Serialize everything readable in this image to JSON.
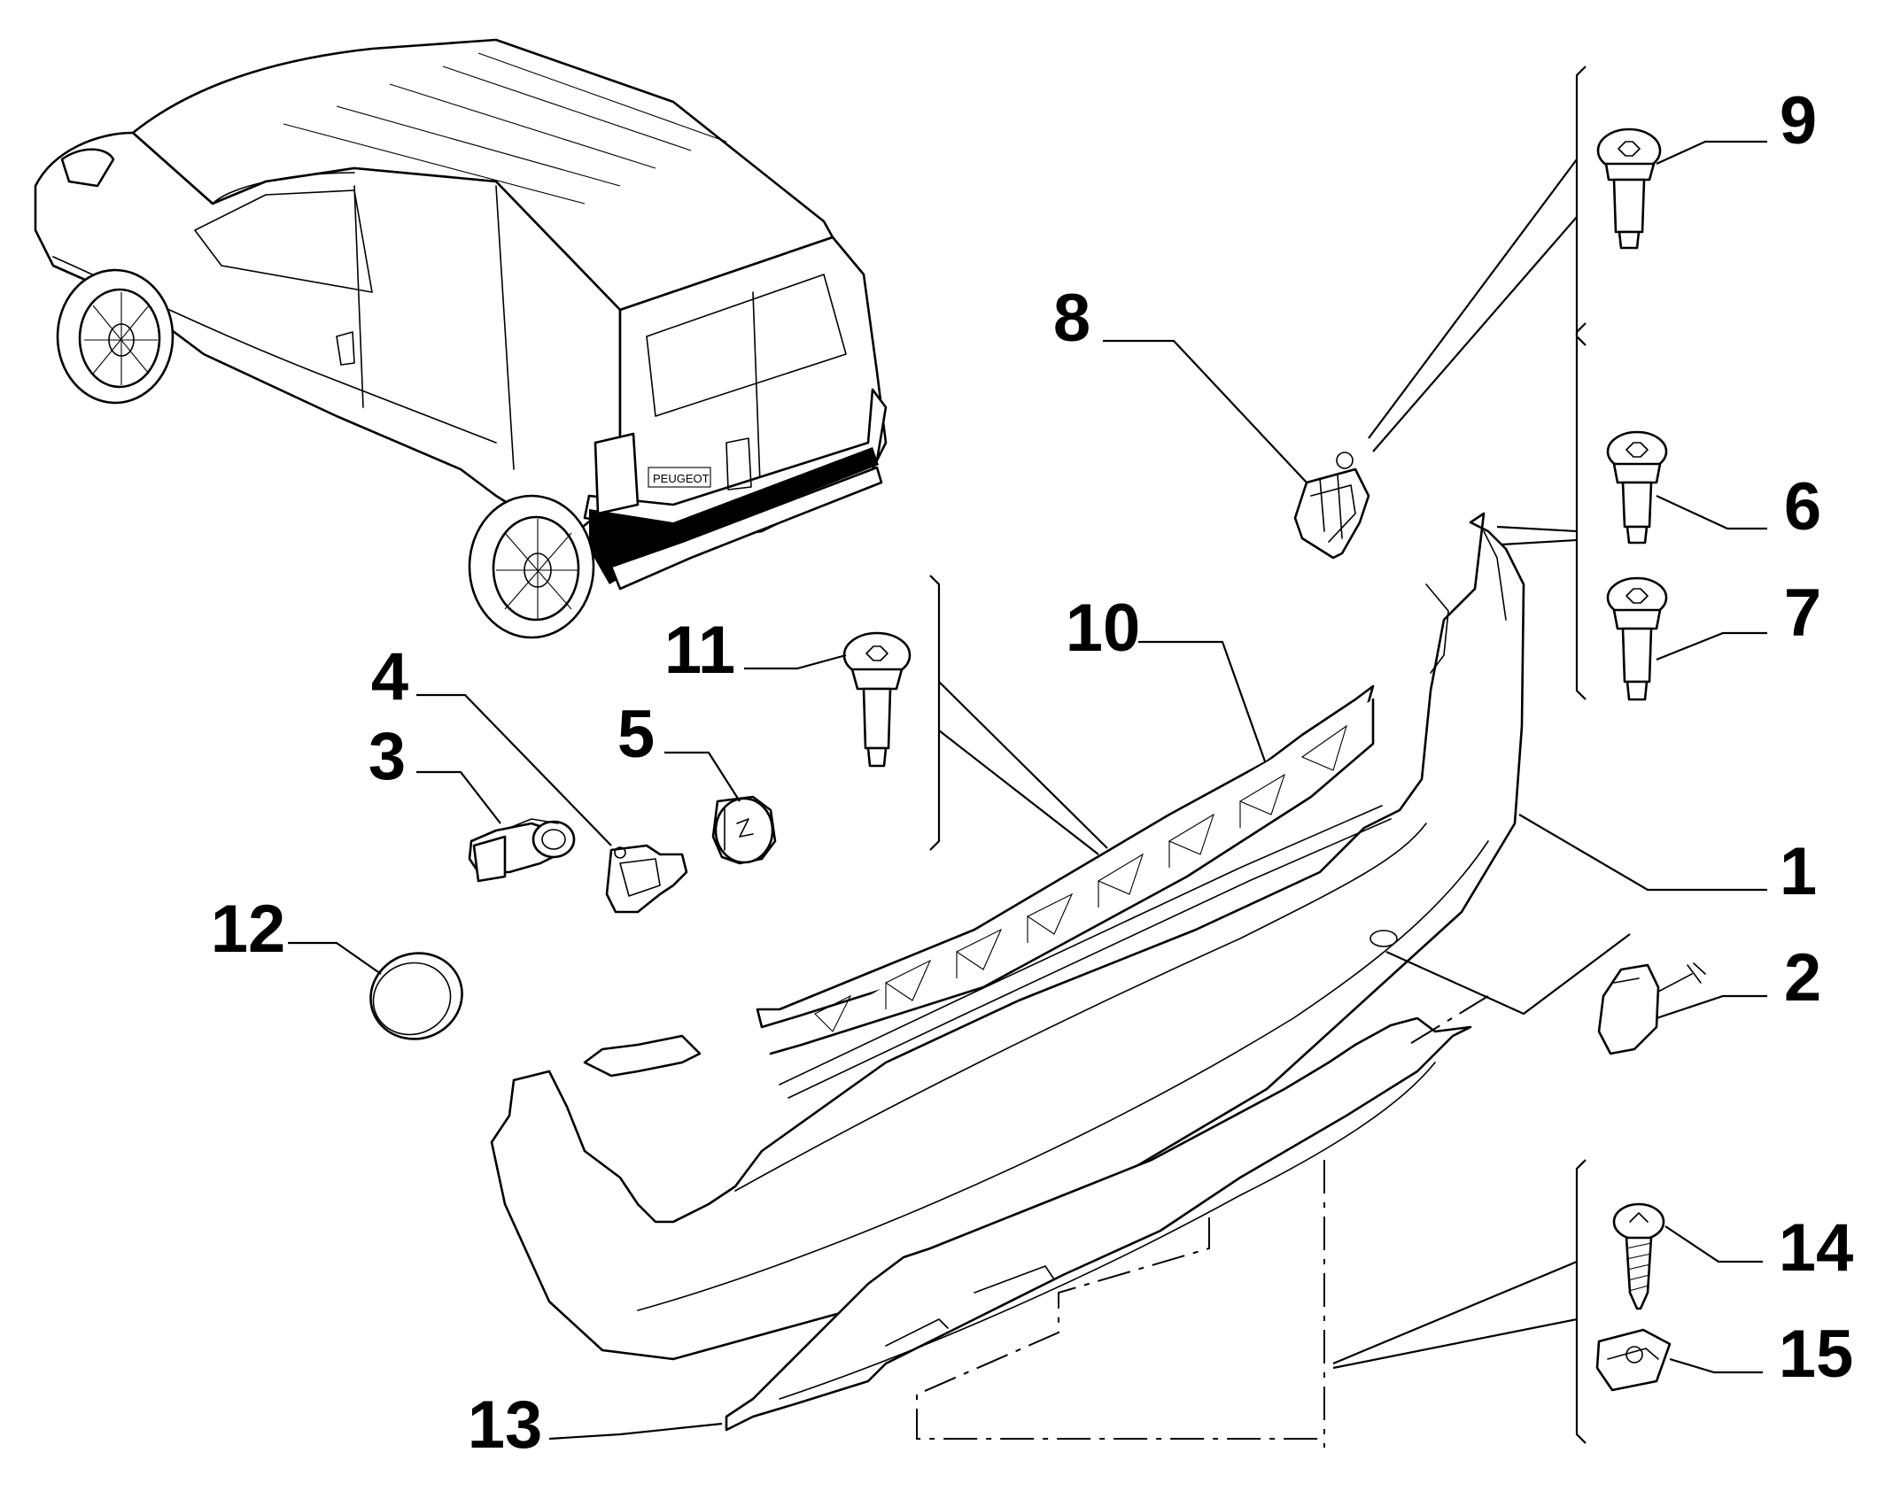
{
  "callouts": {
    "c1": "1",
    "c2": "2",
    "c3": "3",
    "c4": "4",
    "c5": "5",
    "c6": "6",
    "c7": "7",
    "c8": "8",
    "c9": "9",
    "c10": "10",
    "c11": "11",
    "c12": "12",
    "c13": "13",
    "c14": "14",
    "c15": "15"
  },
  "vehicle_badge": "PEUGEOT",
  "colors": {
    "line": "#000000",
    "background": "#ffffff"
  }
}
